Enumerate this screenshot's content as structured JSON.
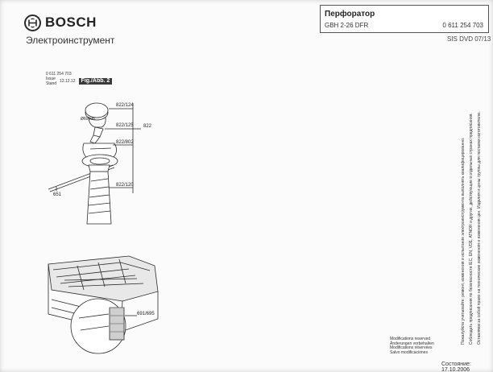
{
  "header": {
    "brand": "BOSCH",
    "subtitle": "Электроинструмент"
  },
  "info_box": {
    "title": "Перфоратор",
    "model": "GBH 2-26 DFR",
    "part_number": "0 611 254 703"
  },
  "sis": "SIS DVD 07/13",
  "figure": {
    "part_number": "0 611 254 703",
    "issue_label": "Issue",
    "stand_label": "Stand",
    "date": "12.12.12",
    "fig_tag": "Fig./Abb. 2"
  },
  "parts": {
    "p822_124": "822/124",
    "p822_125": "822/125",
    "p822": "822",
    "p822_802": "822/802",
    "p822_120": "822/120",
    "p651": "651",
    "p691_695": "691/695",
    "dim": "Ø60mm"
  },
  "modifications": [
    "Modifications reserved",
    "Änderungen vorbehalten",
    "Modifications réservées",
    "Salvo modificaciones"
  ],
  "vertical_notes": [
    "Пожалуйста учитывайте: ремонт, изменения и испытание электроинструмента выполнять квалифицированно.",
    "Соблюдать предписания по безопасности IEC, EN, VDE, ATNOR и других, действующие в отдельных странах предписания.",
    "Оставляем за собой право на технические изменения и изменения цен. Изделия и цены группы для поставки изготовителю."
  ],
  "status": "Состояние: 17.10.2006"
}
